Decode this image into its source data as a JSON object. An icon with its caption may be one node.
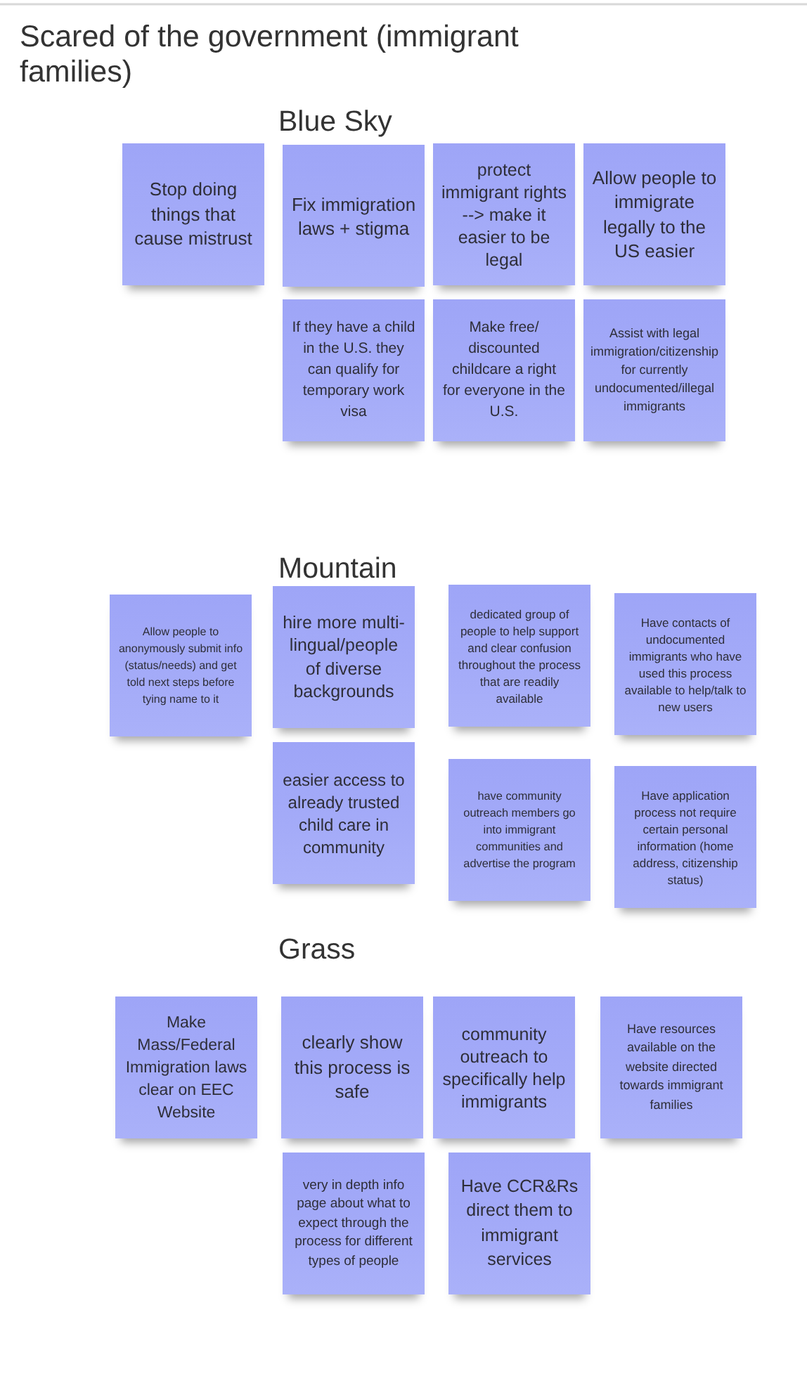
{
  "diagram": {
    "title": "Scared of the government (immigrant families)",
    "nodes": [
      {
        "text": [
          "Stop doing things that cause mistrust"
        ]
      },
      {
        "text": [
          "Fix immigration laws + stigma"
        ]
      },
      {
        "text": [
          "protect immigrant rights --> make it easier to be legal"
        ]
      },
      {
        "text": [
          "Allow people to immigrate legally to the US easier"
        ]
      },
      {
        "text": [
          "If they have a child in the U.S. they can qualify for temporary work visa"
        ]
      },
      {
        "text": [
          "Make free/ discounted childcare a right for everyone in the U.S."
        ]
      },
      {
        "text": [
          "Assist with legal immigration/citizenship for currently undocumented/illegal immigrants"
        ]
      },
      {
        "text": [
          "Allow people to anonymously submit info (status/needs) and get told next steps before tying name to it"
        ]
      },
      {
        "text": [
          "hire more multi-lingual/people of diverse backgrounds"
        ]
      },
      {
        "text": [
          "dedicated group of people to help support and clear confusion throughout the process that are readily available"
        ]
      },
      {
        "text": [
          "Have contacts of undocumented immigrants who have used this process available to help/talk to new users"
        ]
      },
      {
        "text": [
          "easier access to already trusted child care in community"
        ]
      },
      {
        "text": [
          "have community outreach members go into immigrant communities and advertise the program"
        ]
      },
      {
        "text": [
          "Have application process not require certain personal information (home address, citizenship status)"
        ]
      },
      {
        "text": [
          "Make Mass/Federal Immigration laws clear on EEC Website"
        ]
      },
      {
        "text": [
          "clearly show this process is safe"
        ]
      },
      {
        "text": [
          "community outreach to specifically help immigrants"
        ]
      },
      {
        "text": [
          "Have resources available on the website directed towards immigrant families"
        ]
      },
      {
        "text": [
          "very in depth info page about what to expect through the process for different types of people"
        ]
      },
      {
        "text": [
          "Have CCR&Rs direct them to immigrant services"
        ]
      }
    ],
    "labels": [
      "Blue Sky",
      "Mountain",
      "Grass"
    ]
  }
}
